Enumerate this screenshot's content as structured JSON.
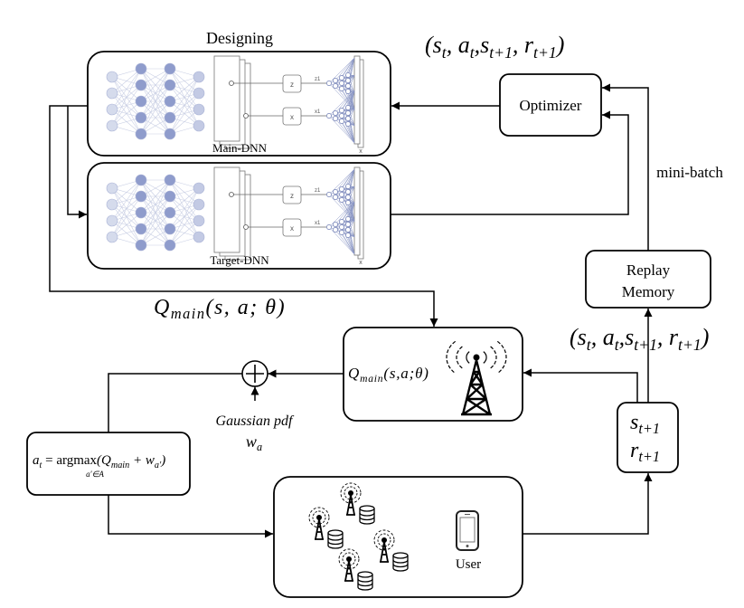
{
  "designing_label": "Designing",
  "main_dnn_label": "Main-DNN",
  "target_dnn_label": "Target-DNN",
  "optimizer_label": "Optimizer",
  "mini_batch_label": "mini-batch",
  "replay_memory_lines": [
    "Replay",
    "Memory"
  ],
  "transition_top": [
    "(s",
    "t",
    ", a",
    "t",
    ",s",
    "t+1",
    ", r",
    "t+1",
    ")"
  ],
  "transition_right": [
    "(s",
    "t",
    ", a",
    "t",
    ",s",
    "t+1",
    ", r",
    "t+1",
    ")"
  ],
  "q_main_outer": [
    "Q",
    "main",
    "(s, a; θ)"
  ],
  "q_main_inner": [
    "Q",
    "main",
    "(s,a;θ)"
  ],
  "gaussian_label": "Gaussian pdf",
  "noise_symbol": [
    "w",
    "a"
  ],
  "action_formula": [
    "a",
    "t",
    " = ",
    "argmax",
    "(Q",
    "main",
    " + w",
    "a′",
    ")"
  ],
  "action_formula_under": "a′∈A",
  "next_state": [
    "s",
    "t+1"
  ],
  "next_reward": [
    "r",
    "t+1"
  ],
  "user_label": "User",
  "dnn_inner_labels": {
    "box_top": "z",
    "box_bottom": "x",
    "out_top": "z1",
    "out_bottom": "x1",
    "output": "x"
  },
  "icons": {
    "tower": "cell-tower-icon",
    "base_station": "base-station-database-icon",
    "user_device": "smartphone-icon",
    "adder": "plus-circle-icon"
  },
  "colors": {
    "dnn_node_dark": "#8f9ccc",
    "dnn_node_light": "#d5dbec",
    "dnn_node_mid": "#c3cae4",
    "dnn_edge": "#c9cfe4",
    "fan_stroke": "#8a96c4"
  }
}
